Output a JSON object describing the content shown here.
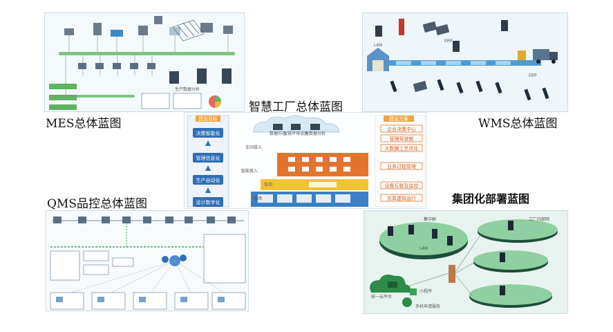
{
  "titles": {
    "mes": "MES总体蓝图",
    "wms": "WMS总体蓝图",
    "center": "智慧工厂总体蓝图",
    "qms": "QMS品控总体蓝图",
    "group": "集团化部署蓝图"
  },
  "center": {
    "left_header": "建设目标",
    "right_header": "建设方案",
    "steps": [
      "决策智能化",
      "管理信息化",
      "生产自动化",
      "设计数字化"
    ],
    "right_items": [
      "企业决策中心",
      "管理驾驶舱",
      "大数据工艺优化",
      "业务过程管理",
      "设备互联及监控",
      "仿真虚拟运行"
    ],
    "layer_labels": [
      "车间接入",
      "智能接入",
      "车间",
      "现场"
    ],
    "cloud_items": [
      "数据中心",
      "智慧环境设施",
      "大数据分析"
    ]
  },
  "group": {
    "labels": [
      "集中群",
      "LAN",
      "工厂内部网",
      "小程序",
      "统一云平台",
      "手机申请服务"
    ]
  },
  "wms": {
    "labels": [
      "LAN",
      "ERP",
      "ERP"
    ]
  }
}
